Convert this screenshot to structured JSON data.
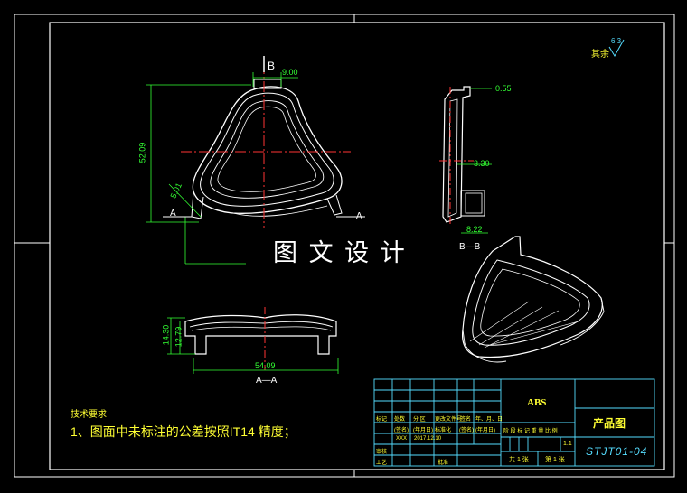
{
  "watermark": "图 文 设 计",
  "surface_note": {
    "label": "其余",
    "value": "6.3"
  },
  "top_view": {
    "dim_width": "9.00",
    "dim_height": "52.09",
    "dim_angled": "5.01",
    "section_label_b": "B",
    "section_label_a_left": "A",
    "section_label_a_right": "A"
  },
  "side_view": {
    "dim_top": "0.55",
    "dim_mid": "3.30",
    "dim_bottom": "8.22",
    "section_title": "B—B"
  },
  "front_view": {
    "dim_outer_h": "14.30",
    "dim_inner_h": "12.79",
    "dim_width": "54.09",
    "section_title": "A—A"
  },
  "tech_requirements": {
    "title": "技术要求",
    "item1": "1、图面中未标注的公差按照IT14 精度；"
  },
  "title_block": {
    "material": "ABS",
    "product_name": "产品图",
    "drawing_number": "STJT01-04",
    "scale": "1:1",
    "sheet_total": "共 1 张",
    "sheet_no": "第 1 张",
    "row_labels": [
      "标记",
      "处数",
      "分 区",
      "更改文件号",
      "签名",
      "年、月、日"
    ],
    "row_values": [
      "(签名)",
      "(年月日)",
      "标准化",
      "(签名)",
      "(年月日)"
    ],
    "designer": "XXX",
    "date": "2017.12.10",
    "stage_labels": "阶 段 标 记   重 量   比 例",
    "review": "审核",
    "process": "工艺",
    "approve": "批准"
  }
}
